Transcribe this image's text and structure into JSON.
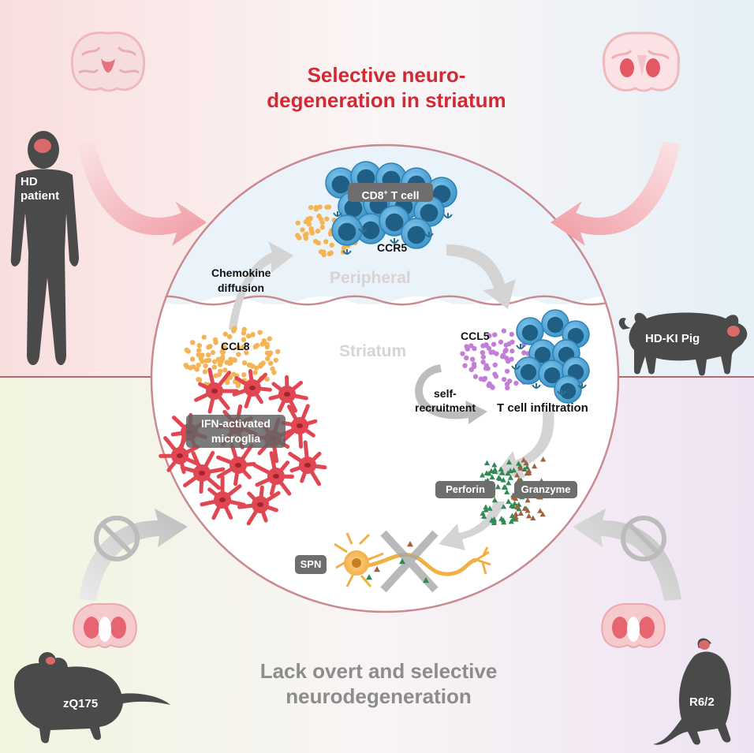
{
  "title_top": "Selective neuro-",
  "title_bottom": "degeneration in striatum",
  "bottom_title_line1": "Lack overt and selective",
  "bottom_title_line2": "neurodegeneration",
  "models": {
    "hd_patient_line1": "HD",
    "hd_patient_line2": "patient",
    "hd_ki_pig": "HD-KI Pig",
    "zq175": "zQ175",
    "r62": "R6/2"
  },
  "compartments": {
    "peripheral": "Peripheral",
    "striatum": "Striatum"
  },
  "labels": {
    "cd8_tcell_prefix": "CD8",
    "cd8_tcell_sup": "+",
    "cd8_tcell_suffix": " T cell",
    "ccr5": "CCR5",
    "chemokine_line1": "Chemokine",
    "chemokine_line2": "diffusion",
    "ccl8": "CCL8",
    "ccl5": "CCL5",
    "self_line1": "self-",
    "self_line2": "recruitment",
    "t_infiltration": "T cell infiltration",
    "microglia_line1": "IFN-activated",
    "microglia_line2": "microglia",
    "perforin": "Perforin",
    "granzyme": "Granzyme",
    "spn": "SPN"
  },
  "colors": {
    "title_red": "#d12a35",
    "tcell_blue": "#3f9fd4",
    "tcell_nucleus": "#1f5f86",
    "ccl8_orange": "#f4b455",
    "ccl5_purple": "#c37fd8",
    "microglia_red": "#e04752",
    "perforin_green": "#2f8a55",
    "granzyme_brown": "#a0623e",
    "neuron_orange": "#f0b043",
    "silhouette_gray": "#4a4a4a",
    "pill_gray": "#6e6e6e"
  }
}
